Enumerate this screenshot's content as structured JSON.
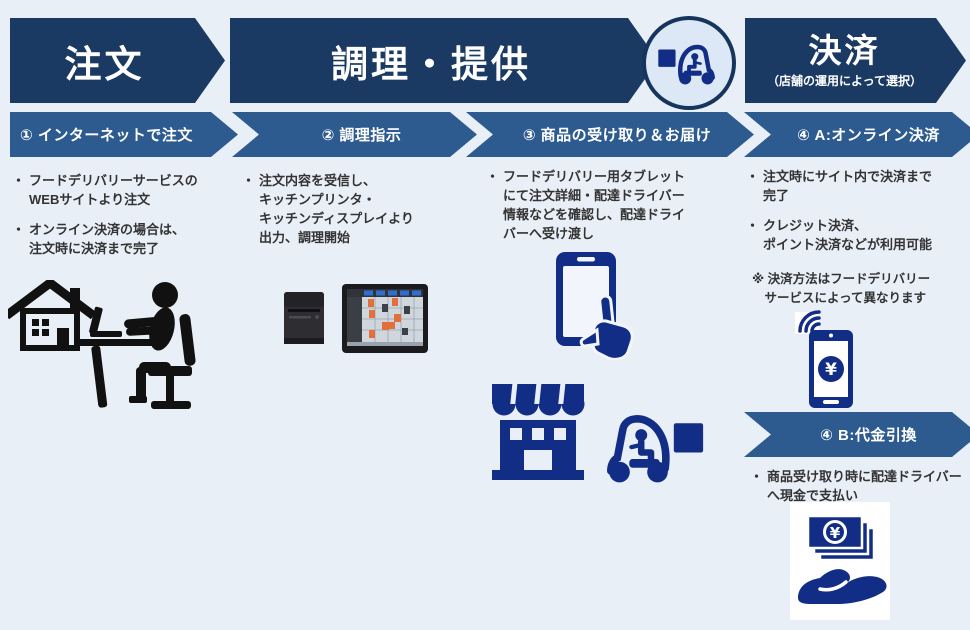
{
  "colors": {
    "bg": "#e9eff7",
    "banner": "#1b3a63",
    "arrow": "#2d5b8f",
    "icon": "#122d85",
    "circle_bg": "#dce8f5",
    "circle_border": "#16355d",
    "text": "#333333",
    "white": "#ffffff",
    "pictogram": "#111111"
  },
  "ui": {
    "bullet_marker": "・"
  },
  "stages": [
    {
      "label": "注文"
    },
    {
      "label": "調理・提供"
    },
    {
      "label": "決済",
      "sublabel": "（店舗の運用によって選択）"
    }
  ],
  "badge": {
    "icon": "delivery-scooter-icon"
  },
  "steps": [
    {
      "label": "① インターネットで注文",
      "bullets": [
        "フードデリバリーサービスの\nWEBサイトより注文",
        "オンライン決済の場合は、\n注文時に決済まで完了"
      ],
      "icons": [
        "house-icon",
        "person-at-laptop-icon"
      ]
    },
    {
      "label": "② 調理指示",
      "bullets": [
        "注文内容を受信し、\nキッチンプリンタ・\nキッチンディスプレイより\n出力、調理開始"
      ],
      "icons": [
        "kitchen-printer-image",
        "kitchen-display-tablet-image"
      ]
    },
    {
      "label": "③ 商品の受け取り＆お届け",
      "bullets": [
        "フードデリバリー用タブレット\nにて注文詳細・配達ドライバー\n情報などを確認し、配達ドライ\nバーへ受け渡し"
      ],
      "icons": [
        "tablet-touch-icon",
        "store-icon",
        "delivery-scooter-icon"
      ]
    },
    {
      "label": "④ A:オンライン決済",
      "bullets": [
        "注文時にサイト内で決済まで\n完了",
        "クレジット決済、\nポイント決済などが利用可能"
      ],
      "note": "※ 決済方法はフードデリバリー\n　サービスによって異なります",
      "icons": [
        "mobile-payment-icon"
      ]
    },
    {
      "label": "④ B:代金引換",
      "bullets": [
        "商品受け取り時に配達ドライバー\nへ現金で支払い"
      ],
      "icons": [
        "cash-in-hand-icon"
      ]
    }
  ]
}
